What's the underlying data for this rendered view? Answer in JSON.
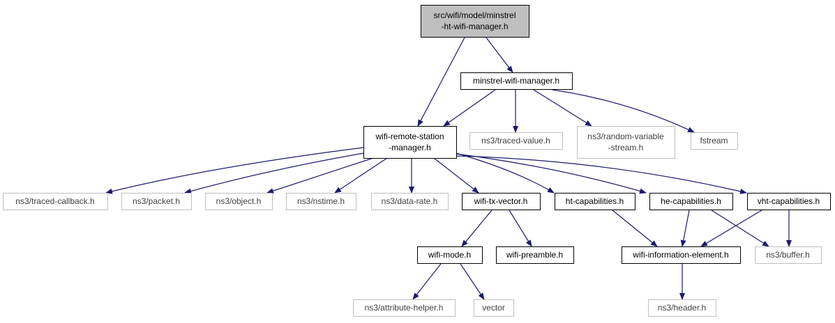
{
  "colors": {
    "edge": "#191970",
    "root_fill": "#bfbfbf",
    "project_border": "#000000",
    "external_border": "#bfbfbf",
    "external_text": "#404040",
    "text": "#000000"
  },
  "nodes": [
    {
      "id": "root",
      "lines": [
        "src/wifi/model/minstrel",
        "-ht-wifi-manager.h"
      ],
      "kind": "root"
    },
    {
      "id": "minstrel",
      "lines": [
        "minstrel-wifi-manager.h"
      ],
      "kind": "project"
    },
    {
      "id": "wrsm",
      "lines": [
        "wifi-remote-station",
        "-manager.h"
      ],
      "kind": "project"
    },
    {
      "id": "tracedvalue",
      "lines": [
        "ns3/traced-value.h"
      ],
      "kind": "external"
    },
    {
      "id": "randvar",
      "lines": [
        "ns3/random-variable",
        "-stream.h"
      ],
      "kind": "external"
    },
    {
      "id": "fstream",
      "lines": [
        "fstream"
      ],
      "kind": "external"
    },
    {
      "id": "tracedcb",
      "lines": [
        "ns3/traced-callback.h"
      ],
      "kind": "external"
    },
    {
      "id": "packet",
      "lines": [
        "ns3/packet.h"
      ],
      "kind": "external"
    },
    {
      "id": "object",
      "lines": [
        "ns3/object.h"
      ],
      "kind": "external"
    },
    {
      "id": "nstime",
      "lines": [
        "ns3/nstime.h"
      ],
      "kind": "external"
    },
    {
      "id": "datarate",
      "lines": [
        "ns3/data-rate.h"
      ],
      "kind": "external"
    },
    {
      "id": "txvector",
      "lines": [
        "wifi-tx-vector.h"
      ],
      "kind": "project"
    },
    {
      "id": "htcap",
      "lines": [
        "ht-capabilities.h"
      ],
      "kind": "project"
    },
    {
      "id": "hecap",
      "lines": [
        "he-capabilities.h"
      ],
      "kind": "project"
    },
    {
      "id": "vhtcap",
      "lines": [
        "vht-capabilities.h"
      ],
      "kind": "project"
    },
    {
      "id": "wifimode",
      "lines": [
        "wifi-mode.h"
      ],
      "kind": "project"
    },
    {
      "id": "preamble",
      "lines": [
        "wifi-preamble.h"
      ],
      "kind": "project"
    },
    {
      "id": "infoelem",
      "lines": [
        "wifi-information-element.h"
      ],
      "kind": "project"
    },
    {
      "id": "buffer",
      "lines": [
        "ns3/buffer.h"
      ],
      "kind": "external"
    },
    {
      "id": "attrhelper",
      "lines": [
        "ns3/attribute-helper.h"
      ],
      "kind": "external"
    },
    {
      "id": "vector",
      "lines": [
        "vector"
      ],
      "kind": "external"
    },
    {
      "id": "header",
      "lines": [
        "ns3/header.h"
      ],
      "kind": "external"
    }
  ],
  "edges": [
    {
      "from": "root",
      "to": "wrsm"
    },
    {
      "from": "root",
      "to": "minstrel"
    },
    {
      "from": "minstrel",
      "to": "wrsm"
    },
    {
      "from": "minstrel",
      "to": "tracedvalue"
    },
    {
      "from": "minstrel",
      "to": "randvar"
    },
    {
      "from": "minstrel",
      "to": "fstream"
    },
    {
      "from": "wrsm",
      "to": "tracedcb"
    },
    {
      "from": "wrsm",
      "to": "packet"
    },
    {
      "from": "wrsm",
      "to": "object"
    },
    {
      "from": "wrsm",
      "to": "nstime"
    },
    {
      "from": "wrsm",
      "to": "datarate"
    },
    {
      "from": "wrsm",
      "to": "txvector"
    },
    {
      "from": "wrsm",
      "to": "htcap"
    },
    {
      "from": "wrsm",
      "to": "hecap"
    },
    {
      "from": "wrsm",
      "to": "vhtcap"
    },
    {
      "from": "txvector",
      "to": "wifimode"
    },
    {
      "from": "txvector",
      "to": "preamble"
    },
    {
      "from": "wifimode",
      "to": "attrhelper"
    },
    {
      "from": "wifimode",
      "to": "vector"
    },
    {
      "from": "htcap",
      "to": "infoelem"
    },
    {
      "from": "hecap",
      "to": "infoelem"
    },
    {
      "from": "hecap",
      "to": "buffer"
    },
    {
      "from": "vhtcap",
      "to": "infoelem"
    },
    {
      "from": "vhtcap",
      "to": "buffer"
    },
    {
      "from": "infoelem",
      "to": "header"
    }
  ]
}
